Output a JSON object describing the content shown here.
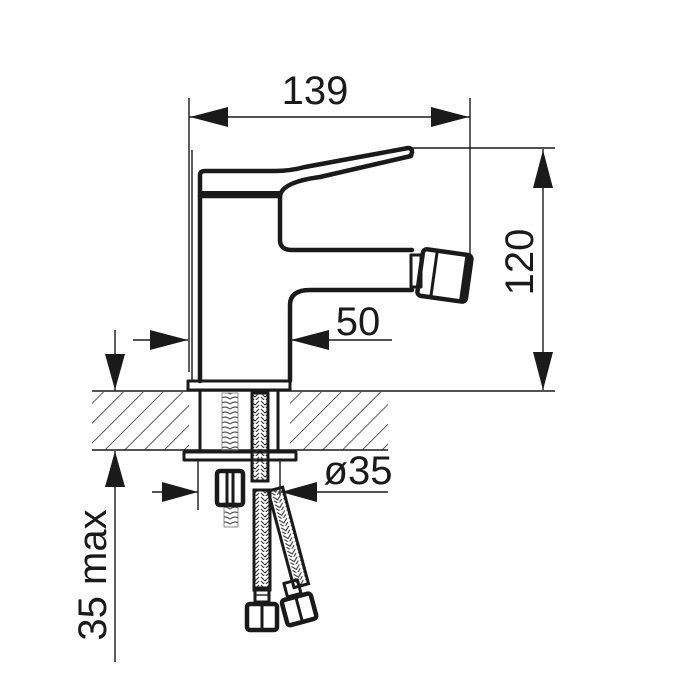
{
  "drawing": {
    "title": "Bidet faucet dimension drawing",
    "dimensions": {
      "overall_width": "139",
      "height": "120",
      "spout_reach": "50",
      "hole_diameter": "ø35",
      "max_counter_thickness": "35 max"
    },
    "colors": {
      "line": "#1a1a1a",
      "background": "#ffffff"
    }
  }
}
